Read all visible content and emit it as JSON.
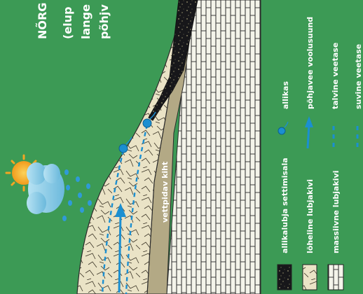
{
  "title_lines": [
    "NÕRG",
    "(elup",
    "lange",
    "põhjv"
  ],
  "layer_label": "vettpidav kiht",
  "legend": {
    "items": [
      {
        "label": "allikalubja settimisala",
        "type": "tufa-swatch"
      },
      {
        "label": "lõheline lubjakivi",
        "type": "fissured-limestone-swatch"
      },
      {
        "label": "massiivne lubjakivi",
        "type": "massive-limestone-swatch"
      },
      {
        "label": "allikas",
        "type": "spring-icon"
      },
      {
        "label": "põhjavee voolusuund",
        "type": "flow-arrow-icon"
      },
      {
        "label": "talvine veetase",
        "type": "winter-level-line"
      },
      {
        "label": "suvine veetase",
        "type": "summer-level-line"
      }
    ]
  },
  "colors": {
    "background": "#3c9a55",
    "massive_limestone": "#f4f4ea",
    "fissured_limestone": "#eae3c6",
    "impermeable_layer": "#b3a985",
    "tufa": "#17171a",
    "water": "#1b8fd1",
    "sun": "#f3a623",
    "cloud": "#8ecde6"
  }
}
